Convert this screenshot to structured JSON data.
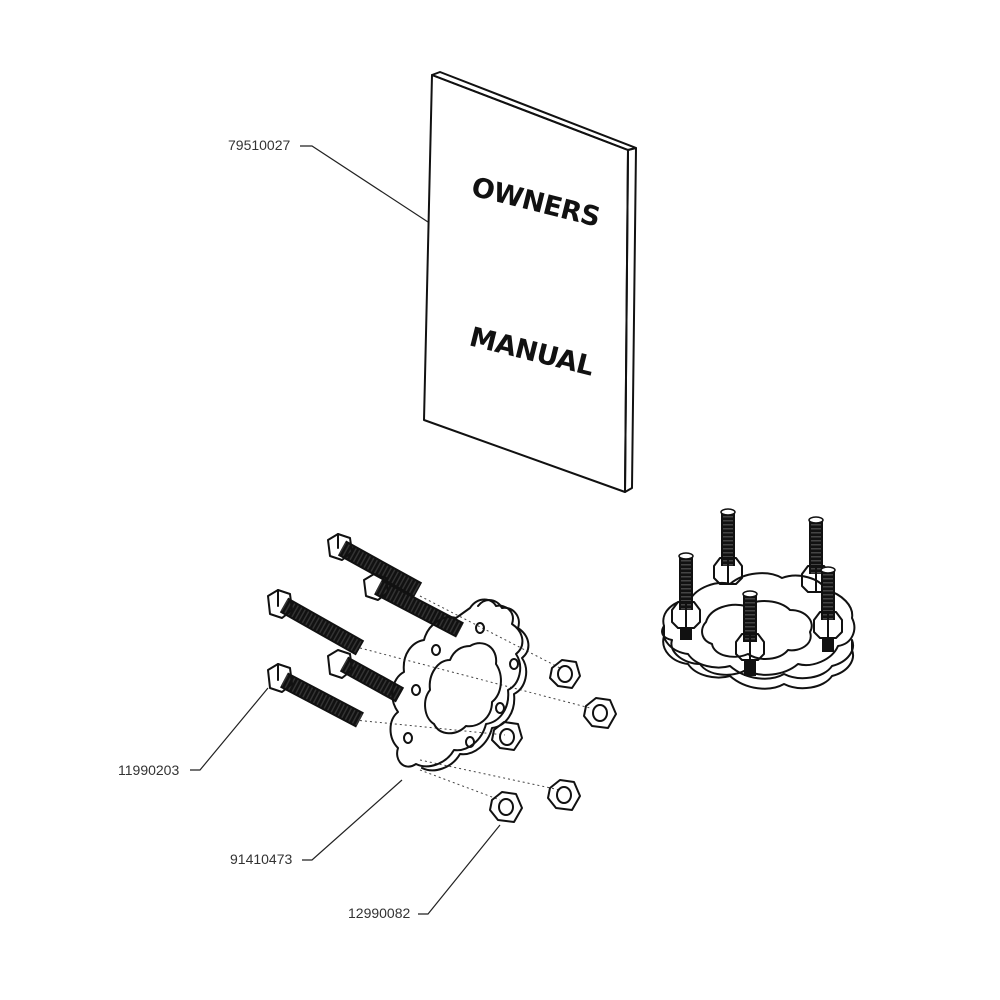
{
  "manual": {
    "line1": "OWNERS",
    "line2": "MANUAL"
  },
  "callouts": {
    "manual_part": "79510027",
    "bolt_part": "11990203",
    "spacer_part": "91410473",
    "nut_part": "12990082"
  },
  "colors": {
    "line": "#111111",
    "fill": "#ffffff",
    "label": "#333333"
  }
}
